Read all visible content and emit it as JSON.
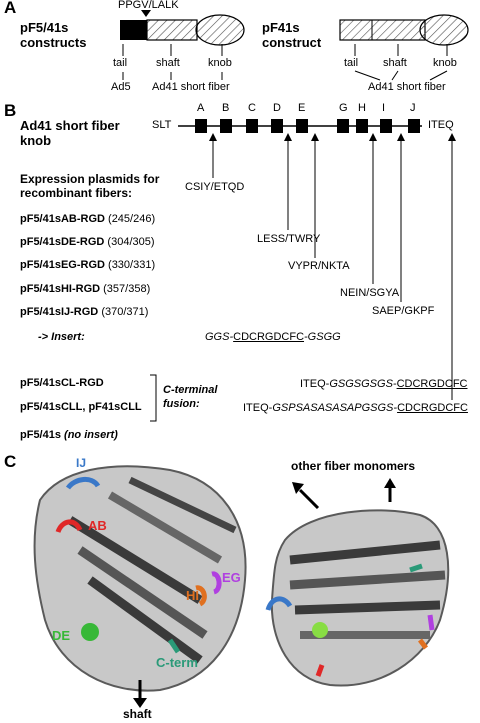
{
  "panel_labels": {
    "a": "A",
    "b": "B",
    "c": "C"
  },
  "panel_a": {
    "left_title_1": "pF5/41s",
    "left_title_2": "constructs",
    "junction_label": "PPGV/LALK",
    "left_parts": {
      "tail": "tail",
      "shaft": "shaft",
      "knob": "knob"
    },
    "left_origin": {
      "ad5": "Ad5",
      "ad41": "Ad41 short fiber"
    },
    "right_title_1": "pF41s",
    "right_title_2": "construct",
    "right_parts": {
      "tail": "tail",
      "shaft": "shaft",
      "knob": "knob"
    },
    "right_origin": "Ad41 short fiber"
  },
  "panel_b": {
    "title_1": "Ad41 short fiber",
    "title_2": "knob",
    "seq_start": "SLT",
    "seq_end": "ITEQ",
    "strands": [
      "A",
      "B",
      "C",
      "D",
      "E",
      "G",
      "H",
      "I",
      "J"
    ],
    "plasmids_heading_1": "Expression plasmids for",
    "plasmids_heading_2": "recombinant fibers:",
    "plasmids": [
      {
        "name": "pF5/41sAB-RGD",
        "pos": "(245/246)",
        "site": "CSIY/ETQD"
      },
      {
        "name": "pF5/41sDE-RGD",
        "pos": "(304/305)",
        "site": "LESS/TWRY"
      },
      {
        "name": "pF5/41sEG-RGD",
        "pos": "(330/331)",
        "site": "VYPR/NKTA"
      },
      {
        "name": "pF5/41sHI-RGD",
        "pos": "(357/358)",
        "site": "NEIN/SGYA"
      },
      {
        "name": "pF5/41sIJ-RGD",
        "pos": "(370/371)",
        "site": "SAEP/GKPF"
      }
    ],
    "insert_label": "-> Insert:",
    "insert_seq": {
      "pre": "GGS-",
      "core": "CDCRGDCFC",
      "post": "-GSGG"
    },
    "cterm_constructs": [
      {
        "name": "pF5/41sCL-RGD",
        "seq_pre": "ITEQ-",
        "linker": "GSGSGSGS-",
        "core": "CDCRGDCFC"
      },
      {
        "name": "pF5/41sCLL, pF41sCLL",
        "seq_pre": "ITEQ-",
        "linker": "GSPSASASASAPGSGS-",
        "core": "CDCRGDCFC"
      }
    ],
    "cterm_label_1": "C-terminal",
    "cterm_label_2": "fusion:",
    "no_insert_name": "pF5/41s",
    "no_insert_note": "(no insert)"
  },
  "panel_c": {
    "loops": [
      {
        "label": "IJ",
        "color": "#3a78c8"
      },
      {
        "label": "AB",
        "color": "#e02828"
      },
      {
        "label": "EG",
        "color": "#b040e0"
      },
      {
        "label": "HI",
        "color": "#e07020"
      },
      {
        "label": "DE",
        "color": "#38b838"
      },
      {
        "label": "C-term",
        "color": "#2a9a78"
      }
    ],
    "shaft_label": "shaft",
    "monomers_label": "other fiber monomers"
  }
}
